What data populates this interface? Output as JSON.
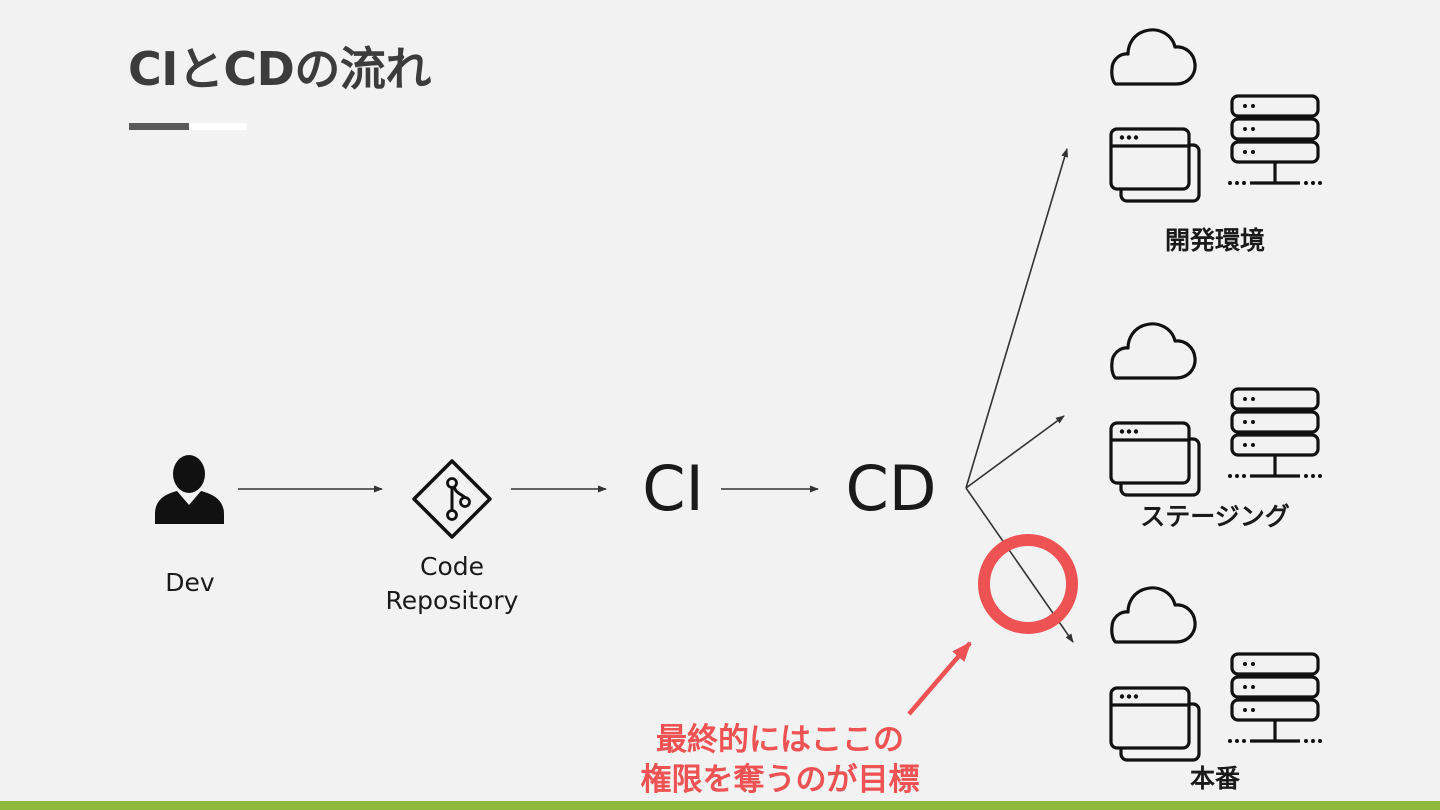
{
  "title": "CIとCDの流れ",
  "nodes": {
    "dev": "Dev",
    "repo_line1": "Code",
    "repo_line2": "Repository",
    "ci": "CI",
    "cd": "CD"
  },
  "environments": {
    "development": "開発環境",
    "staging": "ステージング",
    "production": "本番"
  },
  "annotation": {
    "line1": "最終的にはここの",
    "line2": "権限を奪うのが目標"
  },
  "icons": {
    "dev": "person-icon",
    "repo": "git-branch-icon",
    "cloud": "cloud-icon",
    "windows": "browser-windows-icon",
    "server": "server-rack-icon"
  },
  "colors": {
    "background": "#f2f2f2",
    "accent_red": "#ef5253",
    "bottom_bar": "#8fb93d",
    "title_text": "#3c3c3c"
  }
}
